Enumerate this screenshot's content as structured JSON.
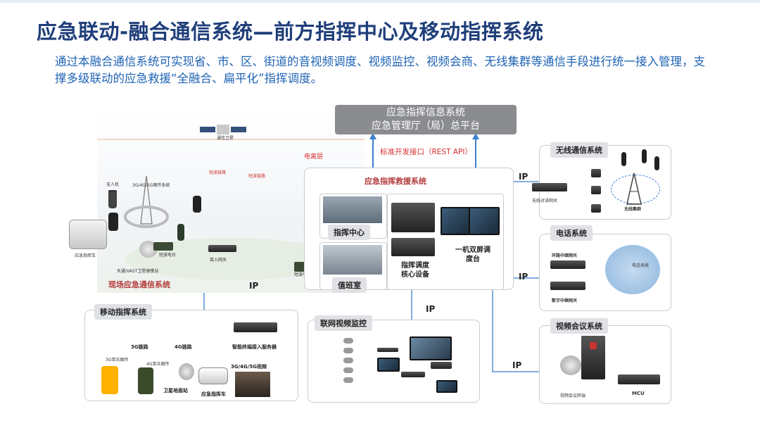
{
  "title": "应急联动-融合通信系统—前方指挥中心及移动指挥系统",
  "subtitle": "通过本融合通信系统可实现省、市、区、街道的音视频调度、视频监控、视频会商、无线集群等通信手段进行统一接入管理，支撑多级联动的应急救援“全融合、扁平化”指挥调度。",
  "platform": {
    "line1": "应急指挥信息系统",
    "line2": "应急管理厅（局）总平台"
  },
  "api_label": "标准开发接口（REST API）",
  "field": {
    "satellite": "通信卫星",
    "ionosphere": "电离层",
    "shortwave1": "短波链路",
    "shortwave2": "短波链路",
    "uav": "无人机",
    "relay": "3G/4G/5G图传系统",
    "vehicle": "应急指挥车",
    "radio": "短波电台",
    "vsat": "天通/VAST卫星便携站",
    "gateway": "接入网关",
    "title": "现场应急通信系统",
    "radio2": "短波电台"
  },
  "center": {
    "title": "应急指挥救援系统",
    "command": "指挥中心",
    "duty": "值班室",
    "core": "指挥调度核心设备",
    "console": "一机双屏调度台"
  },
  "wireless": {
    "title": "无线通信系统",
    "gateway": "无线对讲网关",
    "trunk": "无线集群"
  },
  "phone": {
    "title": "电话系统",
    "relay1": "环路中继网关",
    "relay2": "数字中继网关",
    "phone": "电话系统"
  },
  "video_conf": {
    "title": "视频会议系统",
    "terminal": "视频会议终端",
    "mcu": "MCU"
  },
  "mobile": {
    "title": "移动指挥系统",
    "link3g": "3G链路",
    "link4g": "4G链路",
    "server": "智能终端接入服务器",
    "unit3g": "3G单兵图传",
    "unit4g": "4G单兵图传",
    "video": "3G/4G/5G视频",
    "ground": "卫星地面站",
    "vehicle": "应急指挥车"
  },
  "monitor": {
    "title": "联网视频监控"
  },
  "ip_labels": [
    "IP",
    "IP",
    "IP",
    "IP",
    "IP"
  ]
}
